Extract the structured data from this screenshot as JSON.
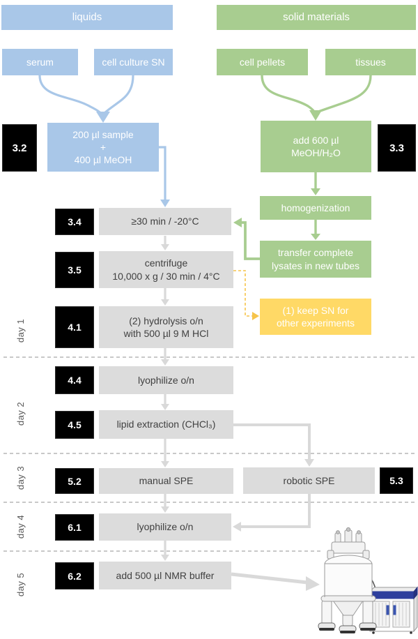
{
  "palette": {
    "blue": "#a9c7e8",
    "green": "#a8cd90",
    "yellow": "#ffd966",
    "yellow_dashed_arrow": "#f6c44a",
    "gray_box": "#dcdcdc",
    "gray_arrow": "#d9d9d9",
    "black_box": "#000000",
    "day_separator": "#a6a6a6",
    "day_label_text": "#595959",
    "gray_box_text": "#404040",
    "nmr_console_blue": "#2e3f9d"
  },
  "headers": {
    "liquids": "liquids",
    "solid_materials": "solid materials"
  },
  "sources": {
    "serum": "serum",
    "cell_culture_sn": "cell culture SN",
    "cell_pellets": "cell pellets",
    "tissues": "tissues"
  },
  "steps": {
    "sample_meoh": {
      "ref": "3.2",
      "lines": [
        "200 µl sample",
        "+",
        "400 µl MeOH"
      ]
    },
    "add_meoh_h2o": {
      "ref": "3.3",
      "lines": [
        "add 600 µl",
        "MeOH/H₂O"
      ]
    },
    "homogenization": {
      "label": "homogenization"
    },
    "incubation": {
      "ref": "3.4",
      "label": "≥30 min / -20°C"
    },
    "transfer_lysates": {
      "lines": [
        "transfer complete",
        "lysates in new tubes"
      ]
    },
    "centrifuge": {
      "ref": "3.5",
      "lines": [
        "centrifuge",
        "10,000 x g / 30 min / 4°C"
      ]
    },
    "keep_sn": {
      "lines": [
        "(1) keep SN for",
        "other experiments"
      ]
    },
    "hydrolysis": {
      "ref": "4.1",
      "lines": [
        "(2) hydrolysis o/n",
        "with 500 µl 9 M HCl"
      ]
    },
    "lyophilize_1": {
      "ref": "4.4",
      "label": "lyophilize o/n"
    },
    "lipid_extraction": {
      "ref": "4.5",
      "label": "lipid extraction (CHCl₃)"
    },
    "manual_spe": {
      "ref": "5.2",
      "label": "manual SPE"
    },
    "robotic_spe": {
      "ref": "5.3",
      "label": "robotic SPE"
    },
    "lyophilize_2": {
      "ref": "6.1",
      "label": "lyophilize o/n"
    },
    "nmr_buffer": {
      "ref": "6.2",
      "label": "add 500 µl NMR buffer"
    }
  },
  "day_labels": [
    "day 1",
    "day 2",
    "day 3",
    "day 4",
    "day 5"
  ]
}
